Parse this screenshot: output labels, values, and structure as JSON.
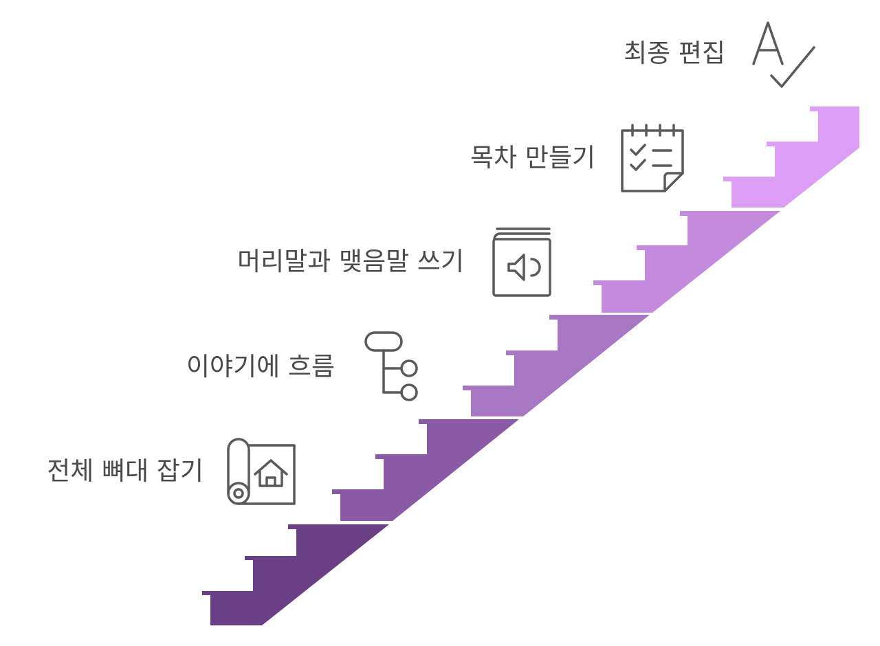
{
  "steps": [
    {
      "label": "전체 뼈대 잡기",
      "icon": "blueprint-icon",
      "color": "#6b3f85"
    },
    {
      "label": "이야기에 흐름",
      "icon": "flow-branch-icon",
      "color": "#8a5aa6"
    },
    {
      "label": "머리말과 맺음말 쓰기",
      "icon": "audiobook-icon",
      "color": "#a877c4"
    },
    {
      "label": "목차 만들기",
      "icon": "checklist-calendar-icon",
      "color": "#c48ade"
    },
    {
      "label": "최종 편집",
      "icon": "spell-check-icon",
      "color": "#dc9ef5"
    }
  ]
}
